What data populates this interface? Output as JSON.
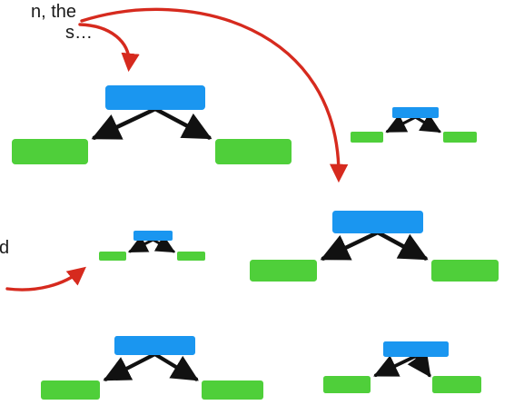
{
  "caption": {
    "line1": "n, the",
    "line2": "s…",
    "line3": "d"
  },
  "colors": {
    "parent": "#1a96f0",
    "child": "#4fcf3a",
    "arrow": "#111111",
    "connector": "#d62a1e",
    "background": "#ffffff"
  },
  "trees": [
    {
      "id": "tree-1",
      "parent": "blue-box",
      "children": [
        "green-box-left",
        "green-box-right"
      ]
    },
    {
      "id": "tree-2",
      "parent": "blue-box",
      "children": [
        "green-box-left",
        "green-box-right"
      ]
    },
    {
      "id": "tree-3",
      "parent": "blue-box",
      "children": [
        "green-box-left",
        "green-box-right"
      ]
    },
    {
      "id": "tree-4",
      "parent": "blue-box",
      "children": [
        "green-box-left",
        "green-box-right"
      ]
    },
    {
      "id": "tree-5",
      "parent": "blue-box",
      "children": [
        "green-box-left",
        "green-box-right"
      ]
    },
    {
      "id": "tree-6",
      "parent": "blue-box",
      "children": [
        "green-box-left",
        "green-box-right"
      ]
    }
  ]
}
